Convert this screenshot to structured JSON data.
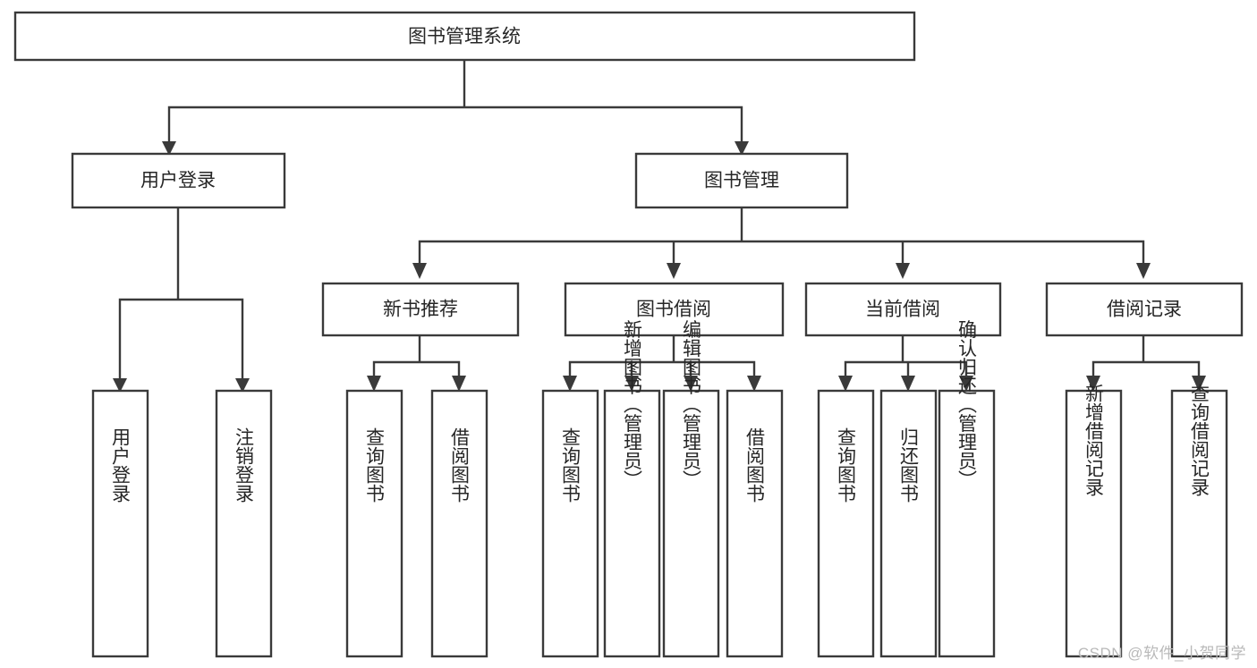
{
  "diagram": {
    "title": "图书管理系统",
    "type": "tree-hierarchy-diagram",
    "colors": {
      "stroke": "#3a3a3a",
      "box_fill": "#ffffff",
      "text": "#262626",
      "background": "#ffffff",
      "watermark": "#b9b9b9"
    },
    "root": {
      "label": "图书管理系统"
    },
    "level2": [
      {
        "label": "用户登录"
      },
      {
        "label": "图书管理"
      }
    ],
    "level3": [
      {
        "label": "新书推荐"
      },
      {
        "label": "图书借阅"
      },
      {
        "label": "当前借阅"
      },
      {
        "label": "借阅记录"
      }
    ],
    "leaves": {
      "user_login": [
        {
          "label": "用户登录"
        },
        {
          "label": "注销登录"
        }
      ],
      "new_book_recommend": [
        {
          "label": "查询图书"
        },
        {
          "label": "借阅图书"
        }
      ],
      "book_borrow": [
        {
          "label": "查询图书"
        },
        {
          "label": "新增图书（管理员）"
        },
        {
          "label": "编辑图书（管理员）"
        },
        {
          "label": "借阅图书"
        }
      ],
      "current_borrow": [
        {
          "label": "查询图书"
        },
        {
          "label": "归还图书"
        },
        {
          "label": "确认归还（管理员）"
        }
      ],
      "borrow_record": [
        {
          "label": "新增借阅记录"
        },
        {
          "label": "查询借阅记录"
        }
      ]
    }
  },
  "watermark": {
    "text": "CSDN @软件_小贺同学"
  }
}
